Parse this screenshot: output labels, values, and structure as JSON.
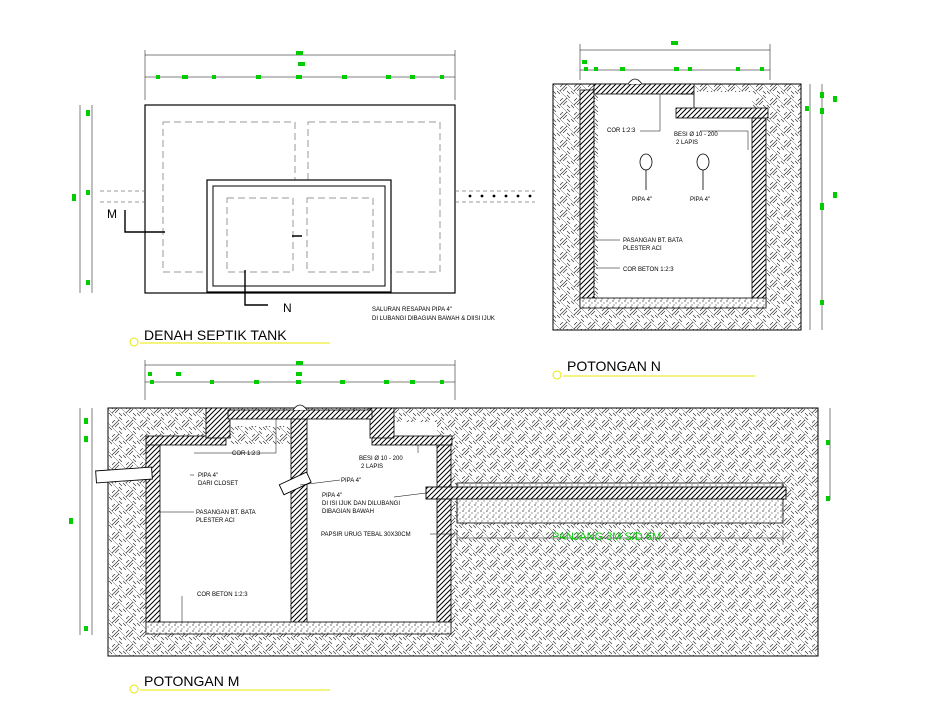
{
  "titles": {
    "plan": "DENAH SEPTIK TANK",
    "section_n": "POTONGAN N",
    "section_m": "POTONGAN M"
  },
  "plan": {
    "marker_m": "M",
    "marker_n": "N",
    "note_line1": "SALURAN RESAPAN PIPA 4\"",
    "note_line2": "DI LUBANGI DIBAGIAN BAWAH & DIISI IJUK"
  },
  "section_n": {
    "cor": "COR 1:2:3",
    "besi_line1": "BESI Ø 10 - 200",
    "besi_line2": "2 LAPIS",
    "pipa_left": "PIPA 4\"",
    "pipa_right": "PIPA 4\"",
    "pasangan_line1": "PASANGAN BT. BATA",
    "pasangan_line2": "PLESTER ACI",
    "cor_beton": "COR BETON 1:2:3"
  },
  "section_m": {
    "cor": "COR 1:2:3",
    "besi_line1": "BESI Ø 10 - 200",
    "besi_line2": "2 LAPIS",
    "pipa_closet_line1": "PIPA 4\"",
    "pipa_closet_line2": "DARI CLOSET",
    "pipa_mid": "PIPA 4\"",
    "pipa_ijuk_line1": "PIPA 4\"",
    "pipa_ijuk_line2": "DI ISI IJUK DAN DILUBANGI",
    "pipa_ijuk_line3": "DIBAGIAN BAWAH",
    "pasangan_line1": "PASANGAN BT. BATA",
    "pasangan_line2": "PLESTER ACI",
    "pasir": "PAPSIR URUG TEBAL 30X30CM",
    "cor_beton": "COR BETON 1:2:3",
    "panjang": "PANJANG 3M S/D 6M"
  },
  "colors": {
    "line": "#000000",
    "dim_green": "#00cc00",
    "title_yellow": "#e8e800",
    "dashed_gray": "#9a9a9a"
  }
}
